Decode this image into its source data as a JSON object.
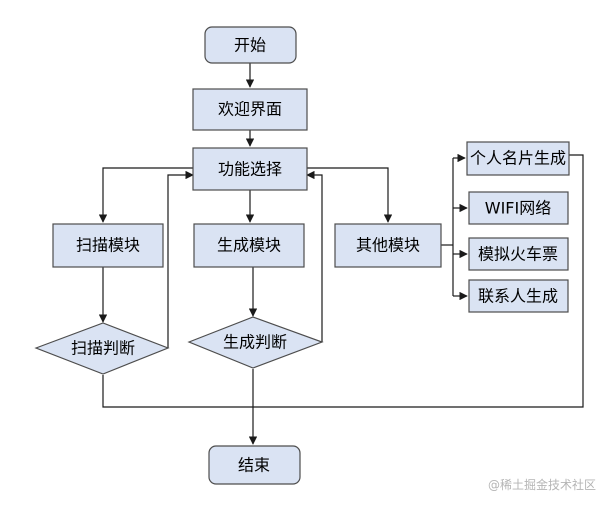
{
  "nodes": {
    "start": "开始",
    "welcome": "欢迎界面",
    "select": "功能选择",
    "scan": "扫描模块",
    "generate": "生成模块",
    "other": "其他模块",
    "scan_check": "扫描判断",
    "gen_check": "生成判断",
    "card": "个人名片生成",
    "wifi": "WIFI网络",
    "ticket": "模拟火车票",
    "contact": "联系人生成",
    "end": "结束"
  },
  "watermark": "@稀土掘金技术社区",
  "colors": {
    "node_fill": "#dae3f3",
    "node_stroke": "#4d4d4d",
    "line": "#1a1a1a"
  }
}
